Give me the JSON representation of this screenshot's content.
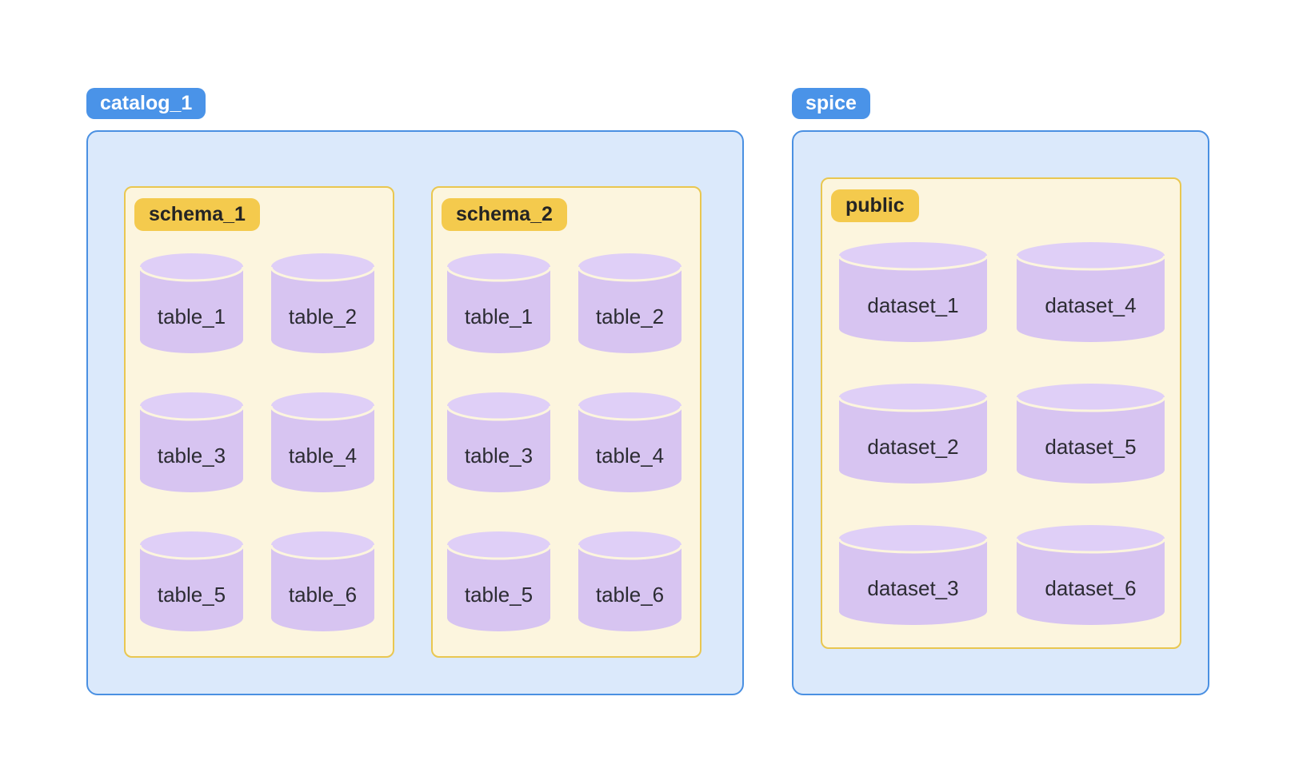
{
  "diagram": {
    "groups": [
      {
        "badge": "catalog_1",
        "schemas": [
          {
            "badge": "schema_1",
            "items": [
              "table_1",
              "table_2",
              "table_3",
              "table_4",
              "table_5",
              "table_6"
            ]
          },
          {
            "badge": "schema_2",
            "items": [
              "table_1",
              "table_2",
              "table_3",
              "table_4",
              "table_5",
              "table_6"
            ]
          }
        ]
      },
      {
        "badge": "spice",
        "schemas": [
          {
            "badge": "public",
            "items": [
              "dataset_1",
              "dataset_4",
              "dataset_2",
              "dataset_5",
              "dataset_3",
              "dataset_6"
            ]
          }
        ]
      }
    ]
  },
  "colors": {
    "blue_badge": "#4a93e8",
    "blue_border": "#4a90e2",
    "blue_fill": "#dbe9fb",
    "gold_border": "#e9c750",
    "gold_badge": "#f4ca4d",
    "cream_fill": "#fcf5de",
    "cylinder_body": "#d7c4f1",
    "cylinder_top": "#dfcff7",
    "cylinder_divider": "#fcf5de",
    "label_color": "#2c2c33",
    "badge_dark_text": "#242424"
  }
}
